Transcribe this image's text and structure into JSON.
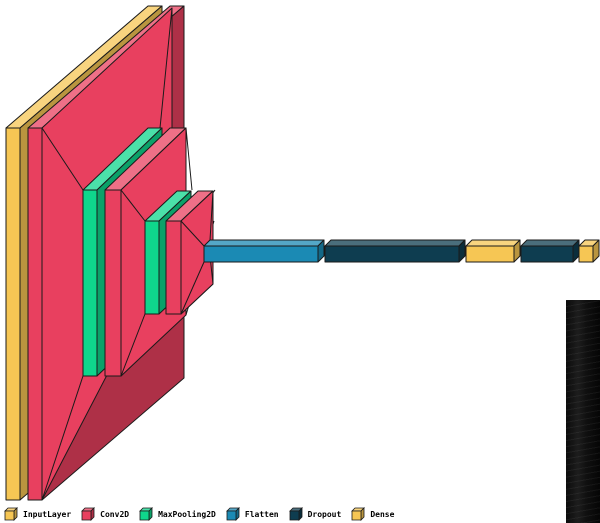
{
  "diagram": {
    "layers": [
      {
        "type": "InputLayer"
      },
      {
        "type": "Conv2D"
      },
      {
        "type": "MaxPooling2D"
      },
      {
        "type": "Conv2D"
      },
      {
        "type": "MaxPooling2D"
      },
      {
        "type": "Conv2D"
      },
      {
        "type": "Flatten"
      },
      {
        "type": "Dropout"
      },
      {
        "type": "Dense"
      },
      {
        "type": "Dropout"
      },
      {
        "type": "Dense"
      }
    ]
  },
  "legend": [
    {
      "label": "InputLayer",
      "color": "#f6c654"
    },
    {
      "label": "Conv2D",
      "color": "#e8405f"
    },
    {
      "label": "MaxPooling2D",
      "color": "#0fd68c"
    },
    {
      "label": "Flatten",
      "color": "#1b8ab4"
    },
    {
      "label": "Dropout",
      "color": "#0e3d50"
    },
    {
      "label": "Dense",
      "color": "#f6c654"
    }
  ]
}
